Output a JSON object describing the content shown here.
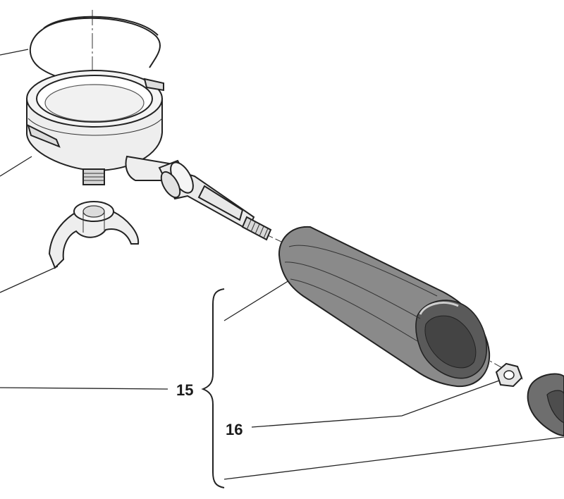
{
  "diagram": {
    "callouts": [
      {
        "id": "bracket-main",
        "text": "15"
      },
      {
        "id": "nut",
        "text": "16"
      }
    ],
    "colors": {
      "metal": "#eaeaea",
      "handle": "#8a8a8a",
      "handle_dark": "#5a5a5a",
      "stroke": "#222222"
    }
  }
}
